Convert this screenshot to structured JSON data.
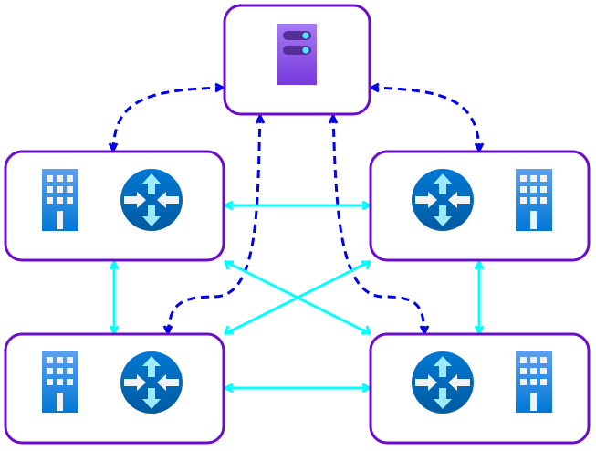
{
  "diagram": {
    "colors": {
      "node_border": "#6a0dcc",
      "node_fill": "#ffffff",
      "dashed_edge": "#0000ee",
      "solid_edge": "#00ffff",
      "server_top": "#a67af4",
      "server_bottom": "#773adc",
      "server_slot": "#552f99",
      "server_led": "#50e6ff",
      "router_top": "#0078d4",
      "router_bottom": "#005ba1",
      "router_arrow_light": "#9cebff",
      "router_arrow_grey": "#f2f2f2",
      "building_top": "#5ea0ef",
      "building_bottom": "#0078d4",
      "building_window": "#f2f2f2"
    },
    "nodes": [
      {
        "id": "hub",
        "icons": [
          "server-icon"
        ]
      },
      {
        "id": "site-top-left",
        "icons": [
          "building-icon",
          "router-icon"
        ]
      },
      {
        "id": "site-top-right",
        "icons": [
          "router-icon",
          "building-icon"
        ]
      },
      {
        "id": "site-bottom-left",
        "icons": [
          "building-icon",
          "router-icon"
        ]
      },
      {
        "id": "site-bottom-right",
        "icons": [
          "router-icon",
          "building-icon"
        ]
      }
    ],
    "edges": [
      {
        "from": "hub",
        "to": "site-top-left",
        "style": "dashed"
      },
      {
        "from": "hub",
        "to": "site-top-right",
        "style": "dashed"
      },
      {
        "from": "hub",
        "to": "site-bottom-left",
        "style": "dashed"
      },
      {
        "from": "hub",
        "to": "site-bottom-right",
        "style": "dashed"
      },
      {
        "from": "site-top-left",
        "to": "site-top-right",
        "style": "solid"
      },
      {
        "from": "site-bottom-left",
        "to": "site-bottom-right",
        "style": "solid"
      },
      {
        "from": "site-top-left",
        "to": "site-bottom-left",
        "style": "solid"
      },
      {
        "from": "site-top-right",
        "to": "site-bottom-right",
        "style": "solid"
      },
      {
        "from": "site-top-left",
        "to": "site-bottom-right",
        "style": "solid"
      },
      {
        "from": "site-top-right",
        "to": "site-bottom-left",
        "style": "solid"
      }
    ]
  }
}
